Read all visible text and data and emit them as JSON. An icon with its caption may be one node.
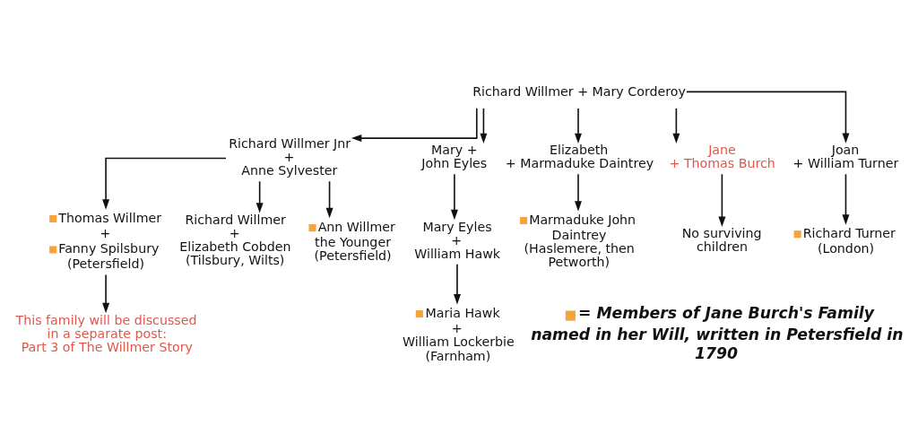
{
  "diagram": {
    "nodes": [
      {
        "text": [
          "Richard Willmer + Mary Corderoy"
        ]
      },
      {
        "text": [
          "Richard Willmer Jnr + Anne Sylvester"
        ]
      },
      {
        "text": [
          "Mary + John Eyles"
        ]
      },
      {
        "text": [
          "Elizabeth + Marmaduke Daintrey"
        ]
      },
      {
        "text": [
          "Jane + Thomas Burch"
        ]
      },
      {
        "text": [
          "Joan + William Turner"
        ]
      },
      {
        "text": [
          "Thomas Willmer + Fanny Spilsbury (Petersfield)"
        ]
      },
      {
        "text": [
          "Richard Willmer + Elizabeth Cobden (Tilsbury, Wilts)"
        ]
      },
      {
        "text": [
          "Ann Willmer the Younger (Petersfield)"
        ]
      },
      {
        "text": [
          "Mary Eyles + William Hawk"
        ]
      },
      {
        "text": [
          "Marmaduke John Daintrey (Haslemere, then Petworth)"
        ]
      },
      {
        "text": [
          "No surviving children"
        ]
      },
      {
        "text": [
          "Richard Turner (London)"
        ]
      },
      {
        "text": [
          "This family will be discussed in a separate post: Part 3 of The Willmer Story"
        ]
      },
      {
        "text": [
          "Maria Hawk + William Lockerbie (Farnham)"
        ]
      }
    ],
    "edges": [
      {
        "from": 0,
        "to": 1,
        "arrow": "to"
      },
      {
        "from": 0,
        "to": 2,
        "arrow": "to"
      },
      {
        "from": 0,
        "to": 3,
        "arrow": "to"
      },
      {
        "from": 0,
        "to": 4,
        "arrow": "to"
      },
      {
        "from": 0,
        "to": 5,
        "arrow": "to"
      },
      {
        "from": 1,
        "to": 6,
        "arrow": "to"
      },
      {
        "from": 1,
        "to": 7,
        "arrow": "to"
      },
      {
        "from": 1,
        "to": 8,
        "arrow": "to"
      },
      {
        "from": 2,
        "to": 9,
        "arrow": "to"
      },
      {
        "from": 3,
        "to": 10,
        "arrow": "to"
      },
      {
        "from": 4,
        "to": 11,
        "arrow": "to"
      },
      {
        "from": 5,
        "to": 12,
        "arrow": "to"
      },
      {
        "from": 6,
        "to": 13,
        "arrow": "to"
      },
      {
        "from": 9,
        "to": 14,
        "arrow": "to"
      }
    ],
    "legend": [
      {
        "text": "= Members of Jane Burch's Family named in her Will, written in Petersfield in 1790",
        "color": "#f5a33a"
      }
    ]
  }
}
